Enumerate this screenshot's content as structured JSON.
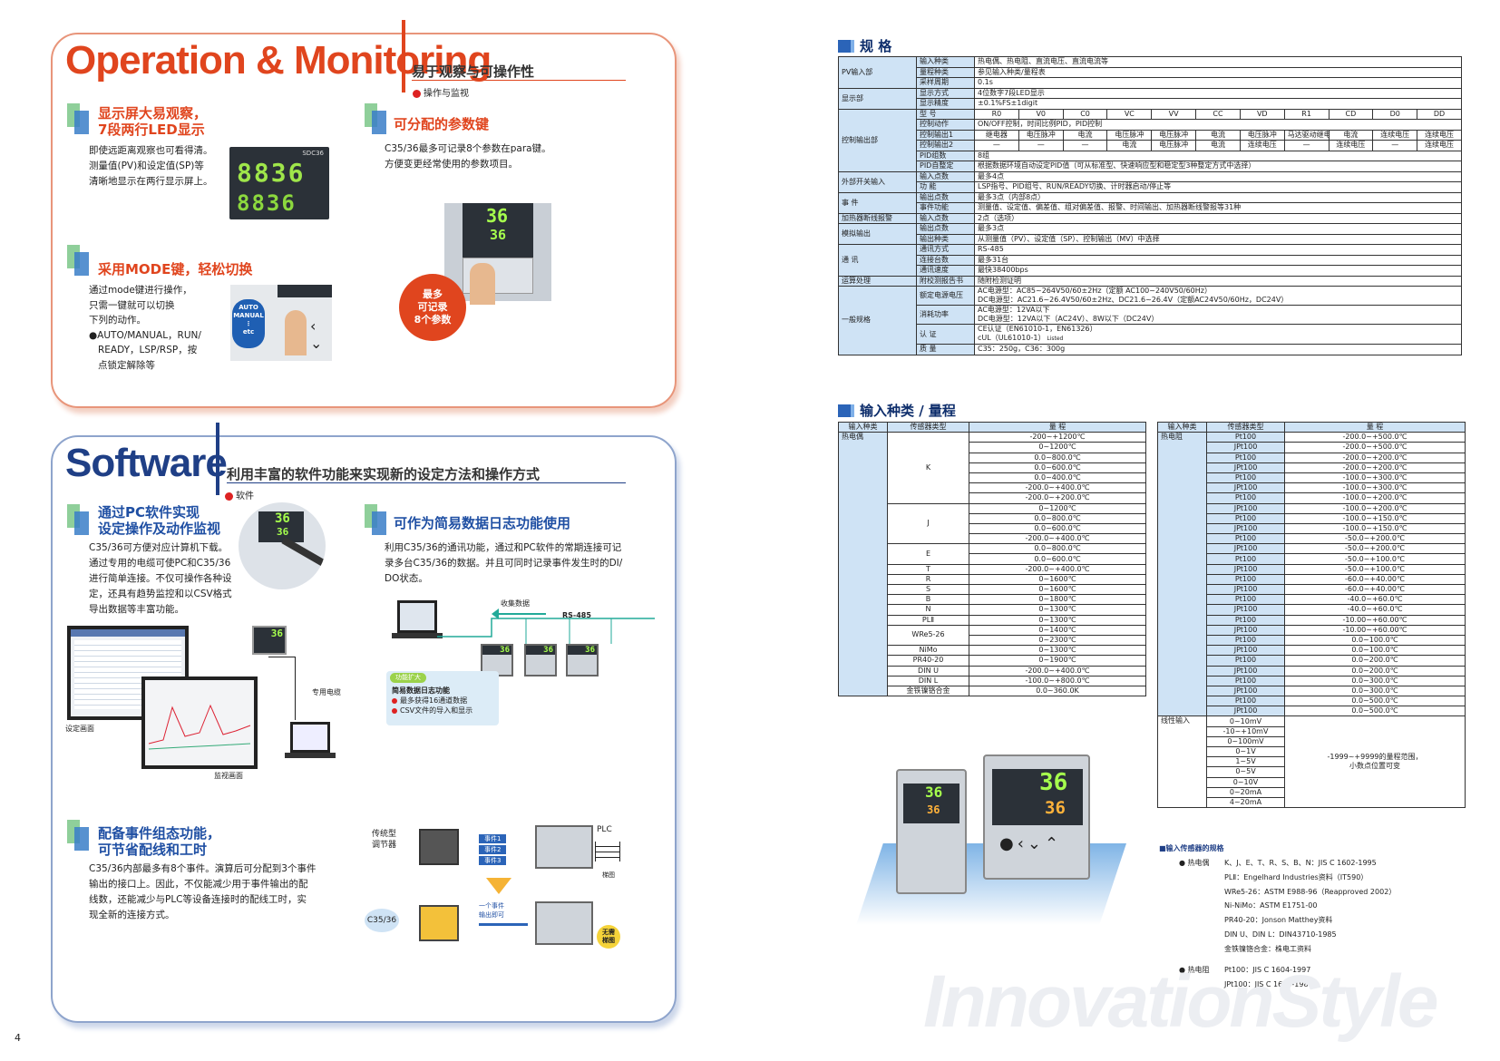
{
  "page_number": "4",
  "watermark": "InnovationStyle",
  "operation": {
    "title_big": "Operation & Monitoring",
    "subtitle_cn": "易于观察与可操作性",
    "tag": "操作与监视",
    "s1": {
      "title1": "显示屏大易观察，",
      "title2": "7段两行LED显示",
      "l1": "即使远距离观察也可看得清。",
      "l2": "测量值(PV)和设定值(SP)等",
      "l3": "清晰地显示在两行显示屏上。"
    },
    "s2": {
      "title": "可分配的参数键",
      "l1": "C35/36最多可记录8个参数在para键。",
      "l2": "方便变更经常使用的参数项目。"
    },
    "s3": {
      "title": "采用MODE键，轻松切换",
      "l1": "通过mode键进行操作，",
      "l2": "只需一键就可以切换",
      "l3": "下列的动作。",
      "l4": "●AUTO/MANUAL，RUN/",
      "l5": "READY，LSP/RSP，按",
      "l6": "点锁定解除等"
    },
    "badge": {
      "l1": "最多",
      "l2": "可记录",
      "l3": "8个参数"
    },
    "mode_label": {
      "l1": "AUTO",
      "l2": "MANUAL",
      "l3": "⋮",
      "l4": "etc"
    },
    "device_model": "SDC36",
    "lcd_top": "36",
    "lcd_bot": "36"
  },
  "software": {
    "title_big": "Software",
    "subtitle_cn": "利用丰富的软件功能来实现新的设定方法和操作方式",
    "tag": "软件",
    "s1": {
      "title1": "通过PC软件实现",
      "title2": "设定操作及动作监视",
      "l1": "C35/36可方便对应计算机下载。",
      "l2": "通过专用的电缆可使PC和C35/36",
      "l3": "进行简单连接。不仅可操作各种设",
      "l4": "定，还具有趋势监控和以CSV格式",
      "l5": "导出数据等丰富功能。"
    },
    "s2": {
      "title": "可作为简易数据日志功能使用",
      "l1": "利用C35/36的通讯功能，通过和PC软件的常期连接可记",
      "l2": "录多台C35/36的数据。并且可同时记录事件发生时的DI/",
      "l3": "DO状态。"
    },
    "s3": {
      "title1": "配备事件组态功能，",
      "title2": "可节省配线和工时",
      "l1": "C35/36内部最多有8个事件。演算后可分配到3个事件",
      "l2": "输出的接口上。因此，不仅能减少用于事件输出的配",
      "l3": "线数，还能减少与PLC等设备连接时的配线工时，实",
      "l4": "现全新的连接方式。"
    },
    "labels": {
      "setting": "设定画面",
      "monitor": "监视画面",
      "cable": "专用电缆",
      "collect": "收集数据",
      "rs485": "RS-485",
      "func_expand": "功能扩大",
      "log_title": "简易数据日志功能",
      "log_b1": "最多获得16通道数据",
      "log_b2": "CSV文件的导入和显示",
      "conventional1": "传统型",
      "conventional2": "调节器",
      "plc": "PLC",
      "ladder": "梯图",
      "c3536": "C35/36",
      "one_event1": "一个事件",
      "one_event2": "输出即可",
      "no_ladder1": "无需",
      "no_ladder2": "梯图",
      "ev1": "事件1",
      "ev2": "事件2",
      "ev3": "事件3"
    }
  },
  "spec": {
    "title": "规 格",
    "rows": [
      {
        "g": "PV输入部",
        "s": "输入种类",
        "v": "热电偶、热电阻、直流电压、直流电流等"
      },
      {
        "g": "",
        "s": "量程种类",
        "v": "参见输入种类/量程表"
      },
      {
        "g": "",
        "s": "采样周期",
        "v": "0.1s"
      },
      {
        "g": "显示部",
        "s": "显示方式",
        "v": "4位数字7段LED显示"
      },
      {
        "g": "",
        "s": "显示精度",
        "v": "±0.1%FS±1digit"
      }
    ],
    "model_row": {
      "g": "控制输出部",
      "s": "型 号",
      "cells": [
        "R0",
        "V0",
        "C0",
        "VC",
        "VV",
        "CC",
        "VD",
        "R1",
        "CD",
        "D0",
        "DD"
      ]
    },
    "ctrl_row": {
      "s": "控制动作",
      "v": "ON/OFF控制，时间比例PID，PID控制"
    },
    "out1": {
      "s": "控制输出1",
      "cells": [
        "继电器",
        "电压脉冲",
        "电流",
        "电压脉冲",
        "电压脉冲",
        "电流",
        "电压脉冲",
        "马达驱动继电器",
        "电流",
        "连续电压",
        "连续电压"
      ]
    },
    "out2": {
      "s": "控制输出2",
      "cells": [
        "—",
        "—",
        "—",
        "电流",
        "电压脉冲",
        "电流",
        "连续电压",
        "—",
        "连续电压",
        "—",
        "连续电压"
      ]
    },
    "rows2": [
      {
        "g": "",
        "s": "PID组数",
        "v": "8组"
      },
      {
        "g": "",
        "s": "PID自整定",
        "v": "根据数据环境自动设定PID值（可从标准型、快速响应型和稳定型3种整定方式中选择）"
      },
      {
        "g": "外部开关输入",
        "s": "输入点数",
        "v": "最多4点"
      },
      {
        "g": "",
        "s": "功 能",
        "v": "LSP指号、PID组号、RUN/READY切换、计时器启动/停止等"
      },
      {
        "g": "事 件",
        "s": "输出点数",
        "v": "最多3点（内部8点）"
      },
      {
        "g": "",
        "s": "事件功能",
        "v": "测量值、设定值、偏差值、组对偏差值、报警、时间输出、加热器断线警报等31种"
      },
      {
        "g": "加热器断线报警",
        "s": "输入点数",
        "v": "2点（选项）"
      },
      {
        "g": "模拟输出",
        "s": "输出点数",
        "v": "最多3点"
      },
      {
        "g": "",
        "s": "输出种类",
        "v": "从测量值（PV）、设定值（SP）、控制输出（MV）中选择"
      },
      {
        "g": "通 讯",
        "s": "通讯方式",
        "v": "RS-485"
      },
      {
        "g": "",
        "s": "连接台数",
        "v": "最多31台"
      },
      {
        "g": "",
        "s": "通讯速度",
        "v": "最快38400bps"
      },
      {
        "g": "运算处理",
        "s": "附校测报告书",
        "v": "随附检测证明"
      }
    ],
    "rated": {
      "g": "一般规格",
      "s": "额定电源电压",
      "v1": "AC电源型：AC85~264V50/60±2Hz（定额 AC100~240V50/60Hz）",
      "v2": "DC电源型：AC21.6~26.4V50/60±2Hz、DC21.6~26.4V（定额AC24V50/60Hz，DC24V）"
    },
    "power": {
      "s": "消耗功率",
      "v1": "AC电源型：12VA以下",
      "v2": "DC电源型：12VA以下（AC24V）、8W以下（DC24V）"
    },
    "cert": {
      "s": "认 证",
      "v1": "CE认证（EN61010-1，EN61326）",
      "v2": "cUL（UL61010-1）",
      "v2b": "Listed"
    },
    "mass": {
      "s": "质 量",
      "v": "C35：250g，C36：300g"
    }
  },
  "ranges": {
    "title": "输入种类 / 量程",
    "headers": [
      "输入种类",
      "传感器类型",
      "量 程"
    ],
    "left": {
      "group": "热电偶",
      "sensors": [
        {
          "name": "K",
          "vals": [
            "-200~+1200℃",
            "0~1200℃",
            "0.0~800.0℃",
            "0.0~600.0℃",
            "0.0~400.0℃",
            "-200.0~+400.0℃",
            "-200.0~+200.0℃"
          ]
        },
        {
          "name": "J",
          "vals": [
            "0~1200℃",
            "0.0~800.0℃",
            "0.0~600.0℃",
            "-200.0~+400.0℃"
          ]
        },
        {
          "name": "E",
          "vals": [
            "0.0~800.0℃",
            "0.0~600.0℃"
          ]
        },
        {
          "name": "T",
          "vals": [
            "-200.0~+400.0℃"
          ]
        },
        {
          "name": "R",
          "vals": [
            "0~1600℃"
          ]
        },
        {
          "name": "S",
          "vals": [
            "0~1600℃"
          ]
        },
        {
          "name": "B",
          "vals": [
            "0~1800℃"
          ]
        },
        {
          "name": "N",
          "vals": [
            "0~1300℃"
          ]
        },
        {
          "name": "PLⅡ",
          "vals": [
            "0~1300℃"
          ]
        },
        {
          "name": "WRe5-26",
          "vals": [
            "0~1400℃",
            "0~2300℃"
          ]
        },
        {
          "name": "NiMo",
          "vals": [
            "0~1300℃"
          ]
        },
        {
          "name": "PR40-20",
          "vals": [
            "0~1900℃"
          ]
        },
        {
          "name": "DIN U",
          "vals": [
            "-200.0~+400.0℃"
          ]
        },
        {
          "name": "DIN L",
          "vals": [
            "-100.0~+800.0℃"
          ]
        },
        {
          "name": "金铁镍铬合金",
          "vals": [
            "0.0~360.0K"
          ]
        }
      ]
    },
    "right": {
      "group": "热电阻",
      "rows": [
        [
          "Pt100",
          "-200.0~+500.0℃"
        ],
        [
          "JPt100",
          "-200.0~+500.0℃"
        ],
        [
          "Pt100",
          "-200.0~+200.0℃"
        ],
        [
          "JPt100",
          "-200.0~+200.0℃"
        ],
        [
          "Pt100",
          "-100.0~+300.0℃"
        ],
        [
          "JPt100",
          "-100.0~+300.0℃"
        ],
        [
          "Pt100",
          "-100.0~+200.0℃"
        ],
        [
          "JPt100",
          "-100.0~+200.0℃"
        ],
        [
          "Pt100",
          "-100.0~+150.0℃"
        ],
        [
          "JPt100",
          "-100.0~+150.0℃"
        ],
        [
          "Pt100",
          "-50.0~+200.0℃"
        ],
        [
          "JPt100",
          "-50.0~+200.0℃"
        ],
        [
          "Pt100",
          "-50.0~+100.0℃"
        ],
        [
          "JPt100",
          "-50.0~+100.0℃"
        ],
        [
          "Pt100",
          "-60.0~+40.00℃"
        ],
        [
          "JPt100",
          "-60.0~+40.00℃"
        ],
        [
          "Pt100",
          "-40.0~+60.0℃"
        ],
        [
          "JPt100",
          "-40.0~+60.0℃"
        ],
        [
          "Pt100",
          "-10.00~+60.00℃"
        ],
        [
          "JPt100",
          "-10.00~+60.00℃"
        ],
        [
          "Pt100",
          "0.0~100.0℃"
        ],
        [
          "JPt100",
          "0.0~100.0℃"
        ],
        [
          "Pt100",
          "0.0~200.0℃"
        ],
        [
          "JPt100",
          "0.0~200.0℃"
        ],
        [
          "Pt100",
          "0.0~300.0℃"
        ],
        [
          "JPt100",
          "0.0~300.0℃"
        ],
        [
          "Pt100",
          "0.0~500.0℃"
        ],
        [
          "JPt100",
          "0.0~500.0℃"
        ]
      ],
      "linear_group": "线性输入",
      "linear": [
        "0~10mV",
        "-10~+10mV",
        "0~100mV",
        "0~1V",
        "1~5V",
        "0~5V",
        "0~10V",
        "0~20mA",
        "4~20mA"
      ],
      "linear_note1": "-1999~+9999的量程范围，",
      "linear_note2": "小数点位置可变"
    }
  },
  "sensor_std": {
    "title": "■输入传感器的规格",
    "tc_label": "● 热电偶",
    "rtd_label": "● 热电阻",
    "lines": [
      "K、J、E、T、R、S、B、N：JIS C 1602-1995",
      "PLⅡ：Engelhard Industries资料（IT590）",
      "WRe5-26：ASTM E988-96（Reapproved 2002）",
      "Ni-NiMo：ASTM E1751-00",
      "PR40-20：Jonson Matthey资料",
      "DIN U、DIN L：DIN43710-1985",
      "金铁镍铬合金：株电工资料"
    ],
    "rtd_lines": [
      "Pt100：JIS C 1604-1997",
      "JPt100：JIS C 1604-1989"
    ]
  },
  "colors": {
    "accent_red": "#e0451e",
    "accent_blue": "#1f4fa3",
    "table_blue": "#cfe3f5"
  }
}
